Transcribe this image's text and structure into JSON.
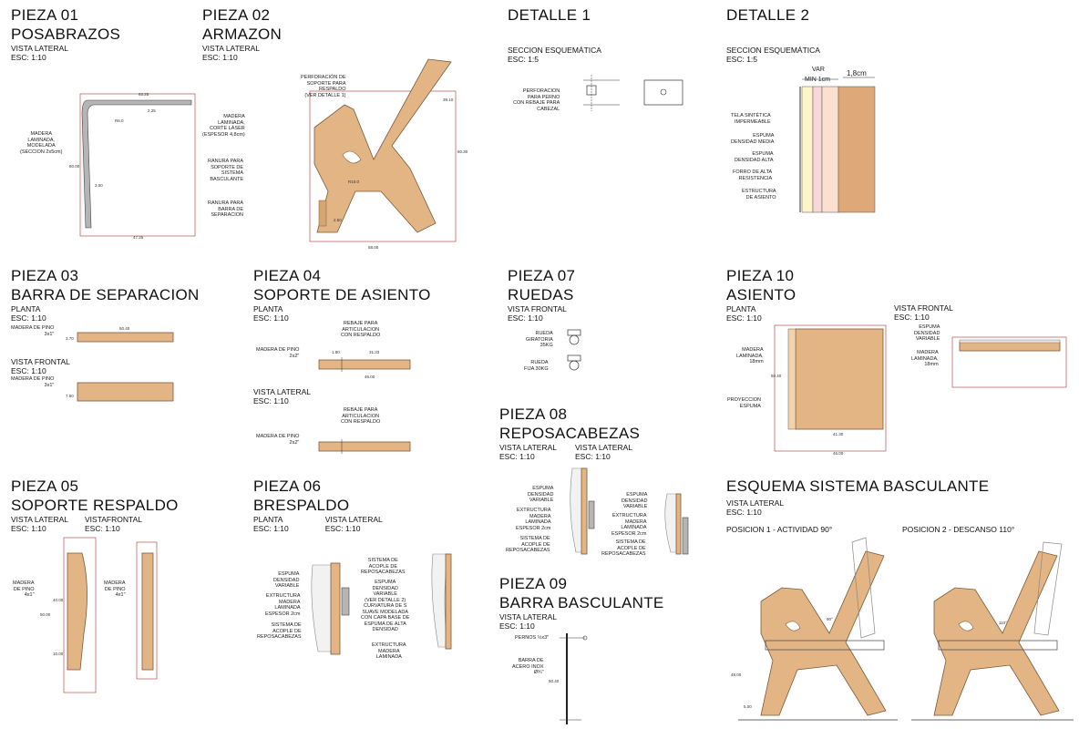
{
  "p01": {
    "title1": "PIEZA 01",
    "title2": "POSABRAZOS",
    "view": "VISTA LATERAL",
    "scale": "ESC: 1:10",
    "note": "MADERA\nLAMINADA,\nMODELADA\n(SECCION 2x5cm)",
    "d1": "63.25",
    "d2": "2.25",
    "d3": "R6.0",
    "d4": "60.00",
    "d5": "3.00",
    "d6": "47.25"
  },
  "p02": {
    "title1": "PIEZA 02",
    "title2": "ARMAZON",
    "view": "VISTA LATERAL",
    "scale": "ESC: 1:10",
    "n1": "PERFORACIÓN DE\nSOPORTE PARA\nRESPALDO\n(VER DETALLE 1)",
    "n2": "MADERA\nLAMINADA,\nCORTE LÁSER\n(ESPESOR 4,8cm)",
    "n3": "RANURA PARA\nSOPORTE DE\nSISTEMA\nBASCULANTE",
    "n4": "RANURA PARA\nBARRA DE\nSEPARACION",
    "d1": "58.00",
    "d2": "R10.0",
    "d3": "39.10",
    "d4": "60.30",
    "d5": "2.50"
  },
  "d1": {
    "title": "DETALLE 1",
    "view": "SECCION ESQUEMÁTICA",
    "scale": "ESC: 1:5",
    "note": "PERFORACION\nPARA PERNO\nCON REBAJE PARA\nCABEZAL"
  },
  "d2": {
    "title": "DETALLE 2",
    "view": "SECCION ESQUEMÁTICA",
    "scale": "ESC: 1:5",
    "var": "VAR",
    "min": "MIN 1cm",
    "dim": "1,8cm",
    "l1": "TELA SINTÉTICA\nIMPERMEABLE",
    "l2": "ESPUMA\nDENSIDAD MEDIA",
    "l3": "ESPUMA\nDENSIDAD ALTA",
    "l4": "FORRO DE ALTA\nRESISTENCIA",
    "l5": "ESTRUCTURA\nDE ASIENTO"
  },
  "p03": {
    "title1": "PIEZA 03",
    "title2": "BARRA DE SEPARACION",
    "view1": "PLANTA",
    "scale1": "ESC: 1:10",
    "view2": "VISTA FRONTAL",
    "scale2": "ESC: 1:10",
    "note": "MADERA DE PINO\n3x1\"",
    "d1": "50.40",
    "d2": "3.70",
    "d3": "7.50"
  },
  "p04": {
    "title1": "PIEZA 04",
    "title2": "SOPORTE DE ASIENTO",
    "view1": "PLANTA",
    "scale1": "ESC: 1:10",
    "view2": "VISTA LATERAL",
    "scale2": "ESC: 1:10",
    "note": "MADERA DE PINO\n2x2\"",
    "rebaje": "REBAJE PARA\nARTICULACION\nCON RESPALDO",
    "d1": "31.33",
    "d2": "46.00",
    "d3": "1.80"
  },
  "p05": {
    "title1": "PIEZA 05",
    "title2": "SOPORTE RESPALDO",
    "view1": "VISTA LATERAL",
    "scale1": "ESC: 1:10",
    "view2": "VISTAFRONTAL",
    "scale2": "ESC: 1:10",
    "note": "MADERA\nDE PINO\n4x1\"",
    "d1": "40.00",
    "d2": "50.00",
    "d3": "10.00"
  },
  "p06": {
    "title1": "PIEZA 06",
    "title2": "BRESPALDO",
    "view1": "PLANTA",
    "scale1": "ESC: 1:10",
    "view2": "VISTA LATERAL",
    "scale2": "ESC: 1:10",
    "l1": "ESPUMA\nDENSIDAD\nVARIABLE",
    "l2": "EXTRUCTURA\nMADERA\nLAMINADA\nESPESOR 2cm",
    "l3": "SISTEMA DE\nACOPLE DE\nREPOSACABEZAS",
    "r1": "SISTEMA DE\nACOPLE DE\nREPOSACABEZAS",
    "r2": "ESPUMA\nDENSIDAD\nVARIABLE\n(VER DETALLE 2)\nCURVATURA DE S\nSUAVE MODELADA\nCON CAPA BASE DE\nESPUMA DE ALTA\nDENSIDAD",
    "r3": "EXTRUCTURA\nMADERA\nLAMINADA"
  },
  "p07": {
    "title1": "PIEZA 07",
    "title2": "RUEDAS",
    "view": "VISTA FRONTAL",
    "scale": "ESC: 1:10",
    "l1": "RUEDA\nGIRATORIA\n35KG",
    "l2": "RUEDA\nFIJA 30KG"
  },
  "p08": {
    "title1": "PIEZA 08",
    "title2": "REPOSACABEZAS",
    "view1": "VISTA LATERAL",
    "scale1": "ESC: 1:10",
    "view2": "VISTA LATERAL",
    "scale2": "ESC: 1:10",
    "l1": "ESPUMA\nDENSIDAD\nVARIABLE",
    "l2": "EXTRUCTURA\nMADERA\nLAMINADA\nESPESOR 2cm",
    "l3": "SISTEMA DE\nACOPLE DE\nREPOSACABEZAS",
    "r1": "ESPUMA\nDENSIDAD\nVARIABLE",
    "r2": "EXTRUCTURA\nMADERA\nLAMINADA\nESPESOR 2cm",
    "r3": "SISTEMA DE\nACOPLE DE\nREPOSACABEZAS"
  },
  "p09": {
    "title1": "PIEZA 09",
    "title2": "BARRA BASCULANTE",
    "view": "VISTA LATERAL",
    "scale": "ESC: 1:10",
    "l1": "PERNOS ½x3\"",
    "l2": "BARRA DE\nACERO INOX\nØ¾\"",
    "d1": "50.40"
  },
  "p10": {
    "title1": "PIEZA 10",
    "title2": "ASIENTO",
    "view1": "PLANTA",
    "scale1": "ESC: 1:10",
    "view2": "VISTA FRONTAL",
    "scale2": "ESC: 1:10",
    "l1": "MADERA\nLAMINADA,\n18mm",
    "l2": "PROYECCION\nESPUMA",
    "r1": "ESPUMA\nDENSIDAD\nVARIABLE",
    "r2": "MADERA\nLAMINADA,\n18mm",
    "d1": "41.30",
    "d2": "46.00",
    "d3": "50.40"
  },
  "esq": {
    "title": "ESQUEMA SISTEMA BASCULANTE",
    "view": "VISTA LATERAL",
    "scale": "ESC: 1:10",
    "pos1": "POSICION 1 - ACTIVIDAD 90°",
    "pos2": "POSICION 2 - DESCANSO 110°",
    "a1": "90°",
    "a2": "110°",
    "d1": "48.00",
    "d2": "5.00"
  }
}
